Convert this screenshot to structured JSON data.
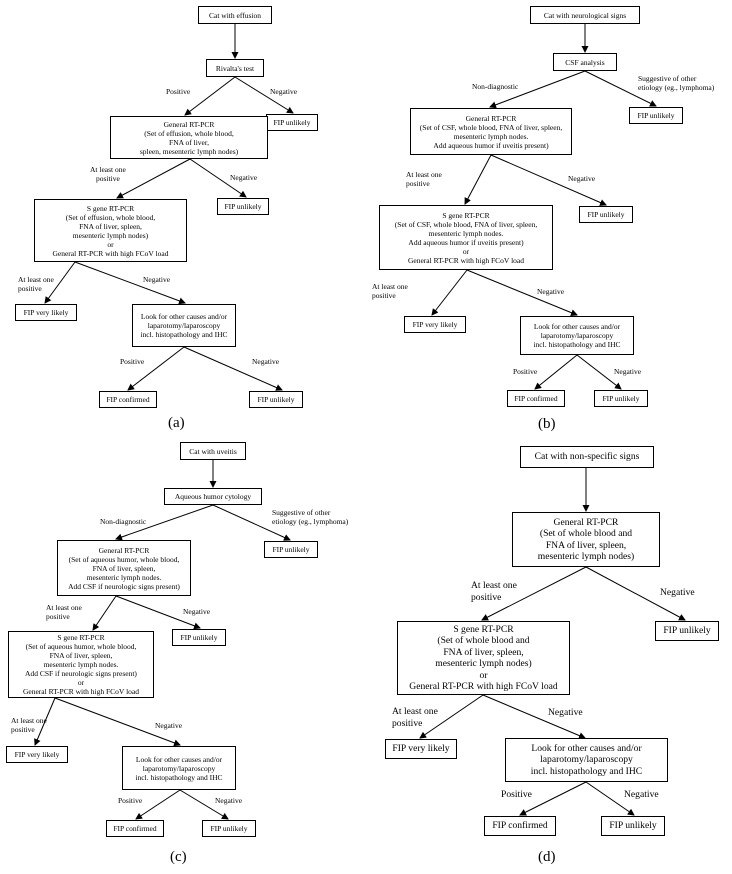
{
  "a": {
    "start": "Cat with effusion",
    "test": "Rivalta's test",
    "positive": "Positive",
    "negative": "Negative",
    "unlikely1": "FIP unlikely",
    "general": "General RT-PCR\n(Set of effusion, whole blood,\nFNA of liver,\nspleen, mesenteric lymph nodes)",
    "at_least": "At least one\npositive",
    "negative2": "Negative",
    "unlikely2": "FIP unlikely",
    "sgene": "S gene RT-PCR\n(Set of effusion, whole blood,\nFNA of liver, spleen,\nmesenteric lymph nodes)\nor\nGeneral RT-PCR with high FCoV load",
    "at_least2": "At least one\npositive",
    "negative3": "Negative",
    "very_likely": "FIP very likely",
    "look": "Look for other causes and/or\nlaparotomy/laparoscopy\nincl. histopathology and IHC",
    "positive2": "Positive",
    "negative4": "Negative",
    "confirmed": "FIP confirmed",
    "unlikely3": "FIP unlikely",
    "caption": "(a)"
  },
  "b": {
    "start": "Cat with neurological signs",
    "test": "CSF analysis",
    "nondiag": "Non-diagnostic",
    "suggestive": "Suggestive of other\netiology (eg., lymphoma)",
    "unlikely1": "FIP unlikely",
    "general": "General RT-PCR\n(Set of CSF, whole blood, FNA of liver, spleen,\nmesenteric lymph nodes.\nAdd aqueous humor if uveitis present)",
    "at_least": "At least one\npositive",
    "negative": "Negative",
    "unlikely2": "FIP unlikely",
    "sgene": "S gene RT-PCR\n(Set of CSF, whole blood, FNA of liver, spleen,\nmesenteric lymph nodes.\nAdd aqueous humor if uveitis present)\nor\nGeneral RT-PCR with high FCoV load",
    "at_least2": "At least one\npositive",
    "negative2": "Negative",
    "very_likely": "FIP very likely",
    "look": "Look for other causes and/or\nlaparotomy/laparoscopy\nincl. histopathology and IHC",
    "positive": "Positive",
    "negative3": "Negative",
    "confirmed": "FIP confirmed",
    "unlikely3": "FIP unlikely",
    "caption": "(b)"
  },
  "c": {
    "start": "Cat with uveitis",
    "test": "Aqueous humor cytology",
    "nondiag": "Non-diagnostic",
    "suggestive": "Suggestive of other\netiology (eg., lymphoma)",
    "unlikely1": "FIP unlikely",
    "general": "General RT-PCR\n(Set of aqueous humor, whole blood,\nFNA of liver, spleen,\nmesenteric lymph nodes.\nAdd CSF if neurologic signs present)",
    "at_least": "At least one\npositive",
    "negative": "Negative",
    "unlikely2": "FIP unlikely",
    "sgene": "S gene RT-PCR\n(Set of aqueous humor, whole blood,\nFNA of liver, spleen,\nmesenteric lymph nodes.\nAdd CSF if neurologic signs present)\nor\nGeneral RT-PCR with high FCoV load",
    "at_least2": "At least one\npositive",
    "negative2": "Negative",
    "very_likely": "FIP very likely",
    "look": "Look for other causes and/or\nlaparotomy/laparoscopy\nincl. histopathology and IHC",
    "positive": "Positive",
    "negative3": "Negative",
    "confirmed": "FIP confirmed",
    "unlikely3": "FIP unlikely",
    "caption": "(c)"
  },
  "d": {
    "start": "Cat with non-specific signs",
    "general": "General RT-PCR\n(Set of whole blood and\nFNA of liver, spleen,\nmesenteric lymph nodes)",
    "at_least": "At least one\npositive",
    "negative": "Negative",
    "unlikely1": "FIP unlikely",
    "sgene": "S gene RT-PCR\n(Set of whole blood and\nFNA of liver, spleen,\nmesenteric lymph nodes)\nor\nGeneral RT-PCR with high FCoV load",
    "at_least2": "At least one\npositive",
    "negative2": "Negative",
    "very_likely": "FIP very likely",
    "look": "Look for other causes and/or\nlaparotomy/laparoscopy\nincl. histopathology and IHC",
    "positive": "Positive",
    "negative3": "Negative",
    "confirmed": "FIP confirmed",
    "unlikely2": "FIP unlikely",
    "caption": "(d)"
  }
}
